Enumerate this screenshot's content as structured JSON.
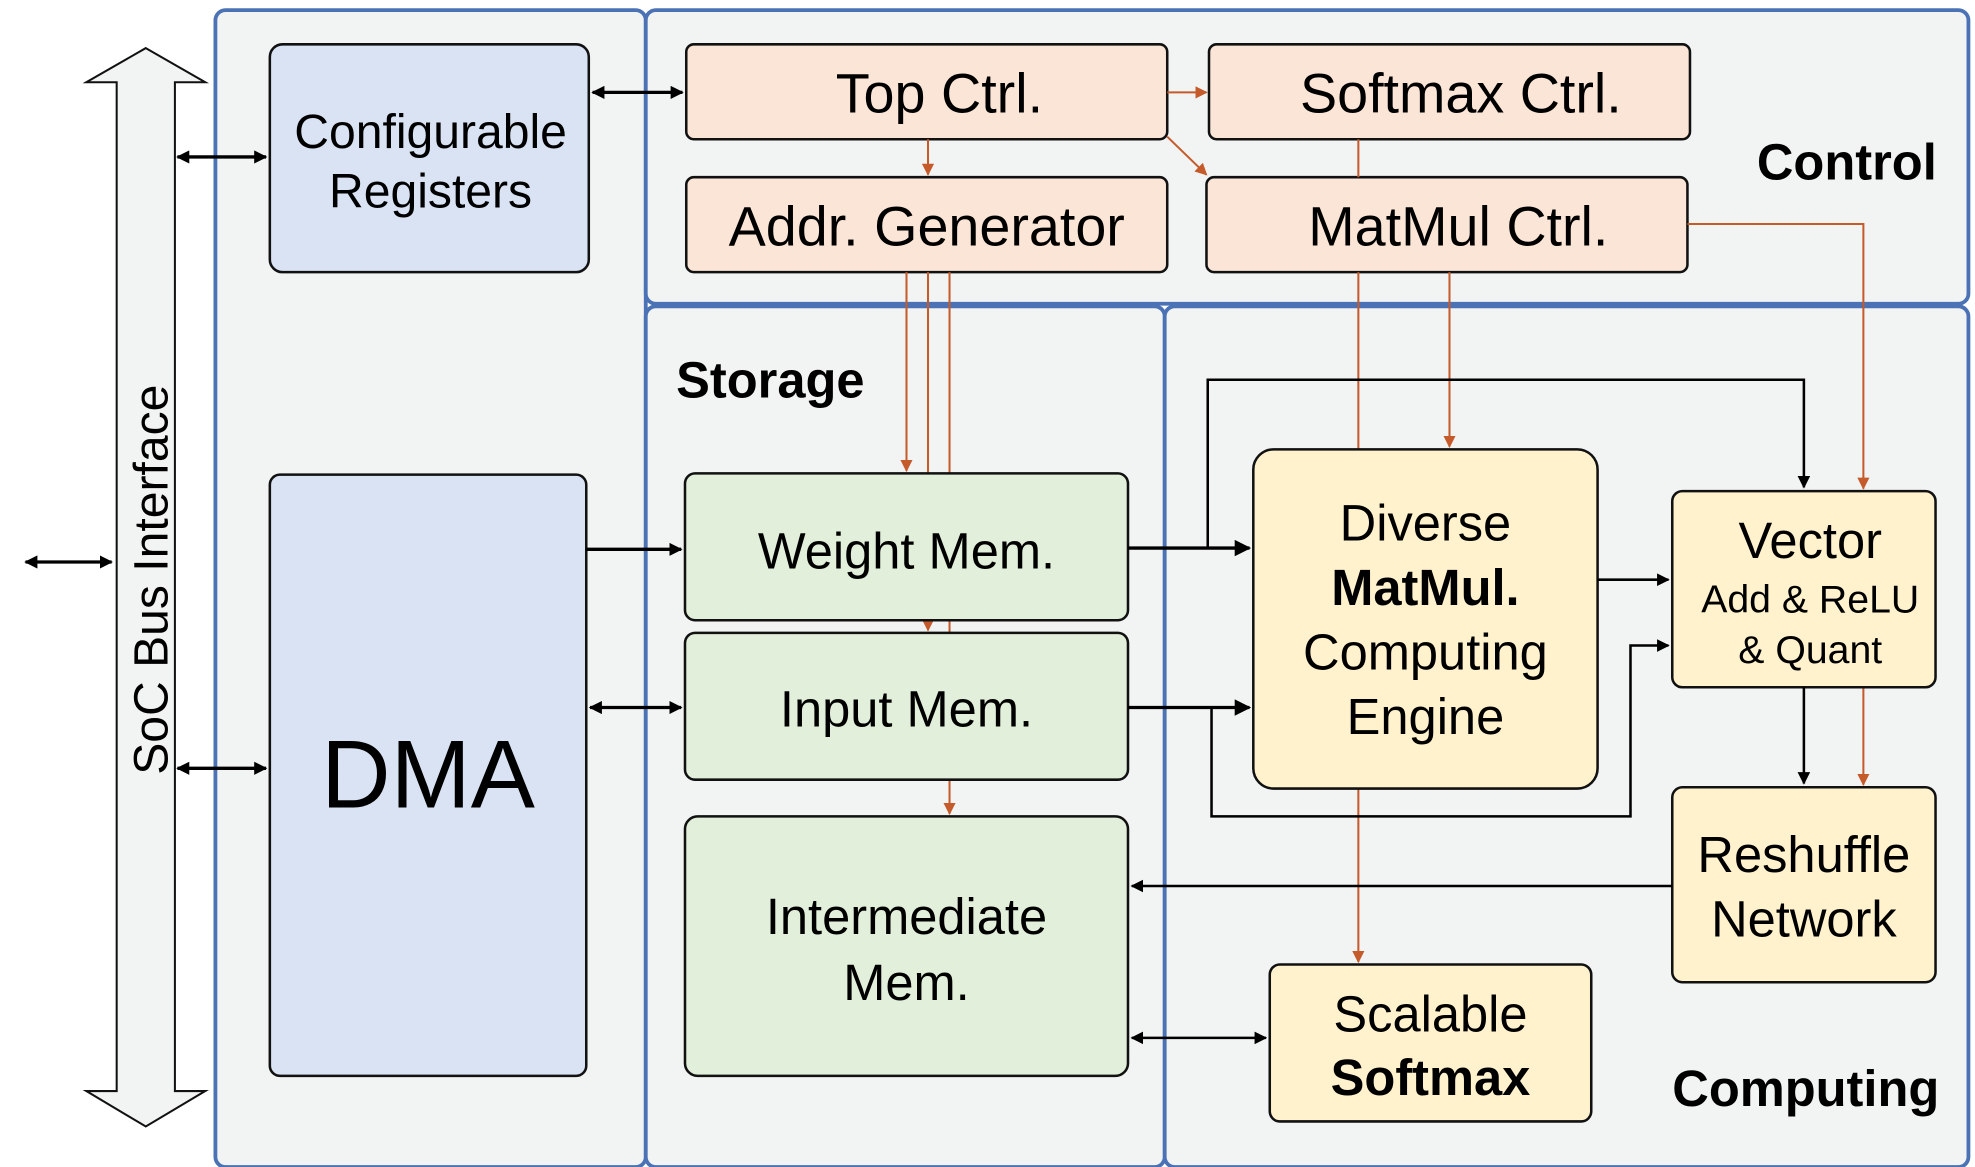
{
  "bus": {
    "label": "SoC Bus Interface"
  },
  "sections": {
    "control": "Control",
    "storage": "Storage",
    "computing": "Computing"
  },
  "blocks": {
    "config_registers": [
      "Configurable",
      "Registers"
    ],
    "dma": "DMA",
    "top_ctrl": "Top Ctrl.",
    "softmax_ctrl": "Softmax Ctrl.",
    "addr_generator": "Addr. Generator",
    "matmul_ctrl": "MatMul Ctrl.",
    "weight_mem": "Weight Mem.",
    "input_mem": "Input Mem.",
    "intermediate_mem": [
      "Intermediate",
      "Mem."
    ],
    "matmul_engine": [
      "Diverse",
      "MatMul.",
      "Computing",
      "Engine"
    ],
    "vector": [
      "Vector",
      "Add & ReLU",
      "& Quant"
    ],
    "reshuffle": [
      "Reshuffle",
      "Network"
    ],
    "scalable_softmax": [
      "Scalable",
      "Softmax"
    ]
  },
  "colors": {
    "panel_border": "#4a72b4",
    "panel_fill": "#f2f3f3",
    "storage_fill": "#e2efda",
    "control_fill": "#fbe5d6",
    "compute_fill": "#fff2cc",
    "interface_fill": "#dae3f3",
    "control_line": "#c55a2a"
  }
}
